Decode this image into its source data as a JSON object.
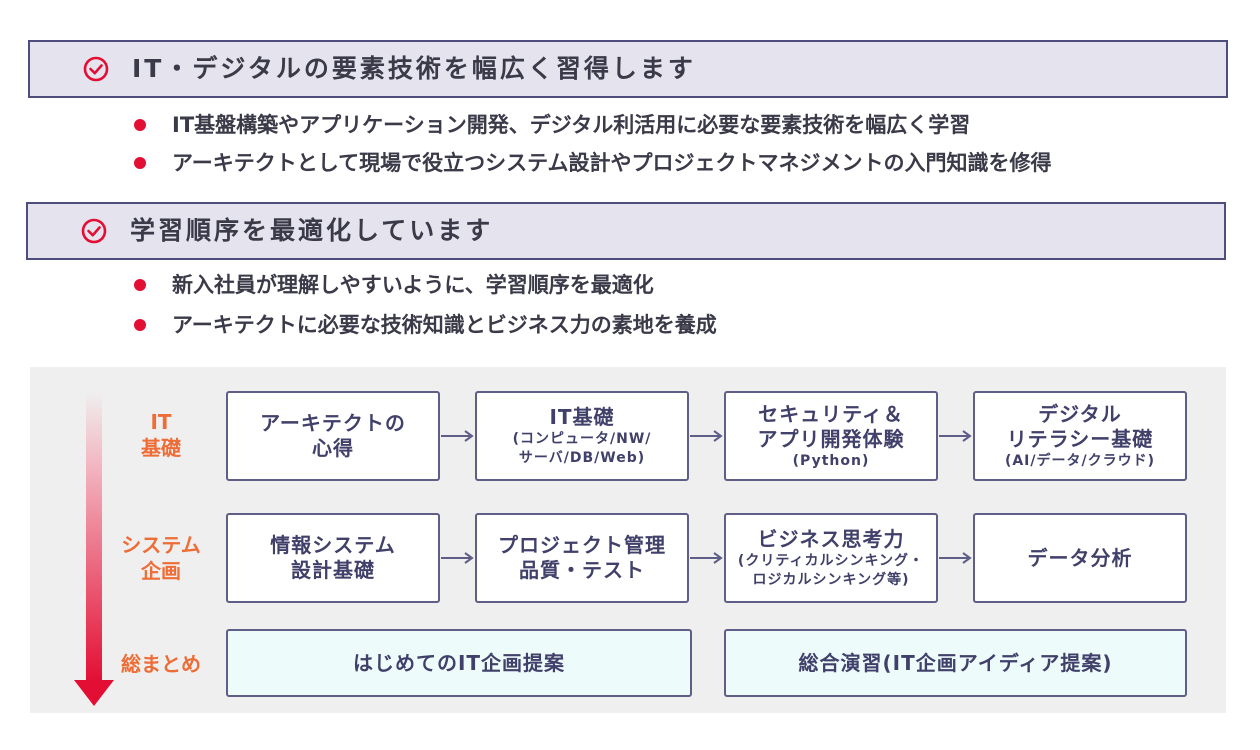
{
  "sections": [
    {
      "title": "IT・デジタルの要素技術を幅広く習得します",
      "bullets": [
        "IT基盤構築やアプリケーション開発、デジタル利活用に必要な要素技術を幅広く学習",
        "アーキテクトとして現場で役立つシステム設計やプロジェクトマネジメントの入門知識を修得"
      ]
    },
    {
      "title": "学習順序を最適化しています",
      "bullets": [
        "新入社員が理解しやすいように、学習順序を最適化",
        "アーキテクトに必要な技術知識とビジネス力の素地を養成"
      ]
    }
  ],
  "flow": {
    "rows": [
      {
        "label": [
          "IT",
          "基礎"
        ],
        "boxes": [
          {
            "lines": [
              "アーキテクトの",
              "心得"
            ],
            "sub": []
          },
          {
            "lines": [
              "IT基礎"
            ],
            "sub": [
              "(コンピュータ/NW/",
              "サーバ/DB/Web)"
            ]
          },
          {
            "lines": [
              "セキュリティ＆",
              "アプリ開発体験"
            ],
            "sub": [
              "(Python)"
            ]
          },
          {
            "lines": [
              "デジタル",
              "リテラシー基礎"
            ],
            "sub": [
              "(AI/データ/クラウド)"
            ]
          }
        ]
      },
      {
        "label": [
          "システム",
          "企画"
        ],
        "boxes": [
          {
            "lines": [
              "情報システム",
              "設計基礎"
            ],
            "sub": []
          },
          {
            "lines": [
              "プロジェクト管理",
              "品質・テスト"
            ],
            "sub": []
          },
          {
            "lines": [
              "ビジネス思考力"
            ],
            "sub": [
              "(クリティカルシンキング・",
              "ロジカルシンキング等)"
            ]
          },
          {
            "lines": [
              "データ分析"
            ],
            "sub": []
          }
        ]
      },
      {
        "label": [
          "総まとめ"
        ],
        "boxes": [
          {
            "lines": [
              "はじめてのIT企画提案"
            ],
            "sub": []
          },
          {
            "lines": [
              "総合演習(IT企画アイディア提案)"
            ],
            "sub": []
          }
        ]
      }
    ]
  },
  "colors": {
    "accent": "#e30e34",
    "label": "#ee6c36",
    "border": "#5e5e86",
    "header_bg": "#e4e3ee",
    "final_bg": "#eefbfb"
  }
}
